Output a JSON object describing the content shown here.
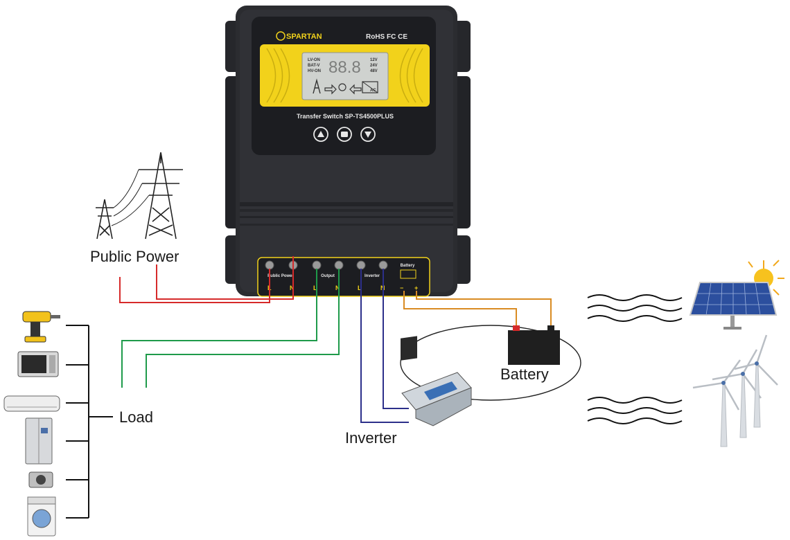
{
  "device": {
    "brand": "SPARTAN",
    "certs": "RoHS FC CE",
    "model_line": "Transfer Switch  SP-TS4500PLUS",
    "lcd_left": [
      "LV-ON",
      "BAT-V",
      "HV-ON"
    ],
    "lcd_digits": "88.8",
    "lcd_right": [
      "12V",
      "24V",
      "48V"
    ],
    "lcd_ac": "AC",
    "terminal_groups": [
      "Public Power",
      "Output",
      "Inverter",
      "Battery"
    ],
    "terminal_marks": [
      "L",
      "N",
      "L",
      "N",
      "L",
      "N",
      "−",
      "+"
    ]
  },
  "labels": {
    "public_power": "Public Power",
    "load": "Load",
    "battery": "Battery",
    "inverter": "Inverter"
  },
  "wire_colors": {
    "public_power": "#d62a2a",
    "output": "#1e9a4a",
    "inverter": "#2c2f8a",
    "battery": "#d98b22"
  },
  "icons": [
    "transmission-tower-icon",
    "drill-icon",
    "microwave-icon",
    "air-conditioner-icon",
    "refrigerator-icon",
    "camera-icon",
    "washing-machine-icon",
    "battery-icon",
    "inverter-icon",
    "solar-panel-icon",
    "wind-turbine-icon",
    "sun-icon"
  ]
}
